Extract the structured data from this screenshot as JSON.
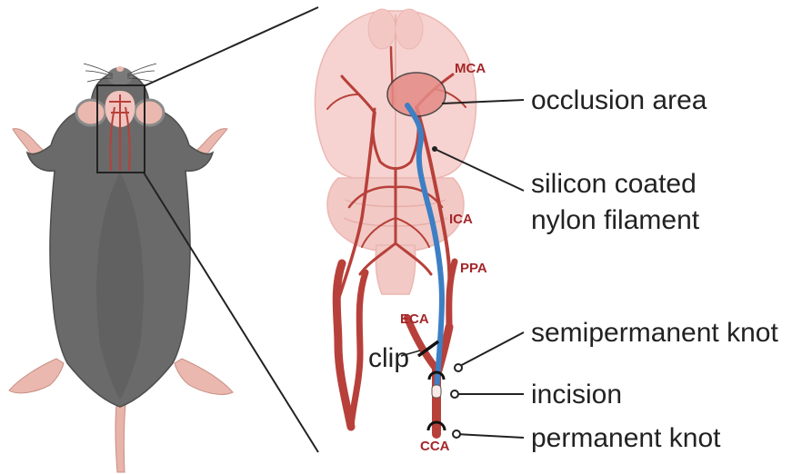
{
  "artery_labels": {
    "mca": "MCA",
    "ica": "ICA",
    "ppa": "PPA",
    "eca": "ECA",
    "cca": "CCA"
  },
  "callouts": {
    "occlusion_area": "occlusion area",
    "filament_line1": "silicon coated",
    "filament_line2": "nylon filament",
    "semipermanent_knot": "semipermanent knot",
    "incision": "incision",
    "permanent_knot": "permanent knot",
    "clip": "clip"
  },
  "colors": {
    "artery": "#b8403a",
    "brain": "#f6d3d0",
    "brain_shadow": "#ebb7b2",
    "occlusion": "#e58b86",
    "filament": "#3d7fc4",
    "mouse_body": "#6a6a6a",
    "mouse_skin": "#eab8ae",
    "text": "#222222",
    "artery_label": "#a3272a"
  }
}
